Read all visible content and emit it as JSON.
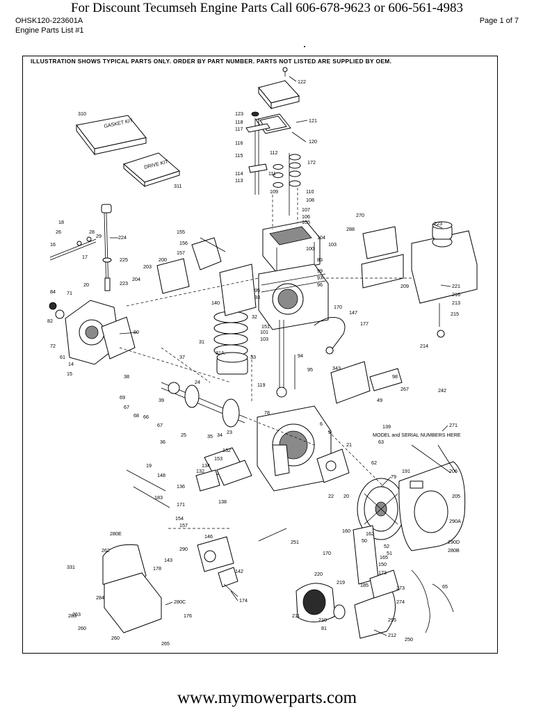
{
  "header": {
    "banner": "For  Discount Tecumseh Engine Parts Call 606-678-9623 or 606-561-4983",
    "doc_id": "OHSK120-223601A",
    "doc_sub": "Engine Parts List #1",
    "page": "Page 1 of 7"
  },
  "diagram": {
    "notice": "ILLUSTRATION SHOWS TYPICAL PARTS ONLY. ORDER BY PART NUMBER. PARTS NOT LISTED ARE SUPPLIED BY OEM.",
    "kit_labels": [
      "GASKET KIT",
      "DRIVE KIT"
    ],
    "serial_note": "MODEL and SERIAL NUMBERS HERE",
    "callouts": [
      "122",
      "121",
      "123",
      "118",
      "117",
      "120",
      "116",
      "115",
      "112",
      "172",
      "114",
      "113",
      "111",
      "110",
      "109",
      "108",
      "107",
      "106",
      "105",
      "104",
      "103",
      "100",
      "310",
      "311",
      "270",
      "288",
      "223",
      "18",
      "26",
      "28",
      "29",
      "224",
      "155",
      "156",
      "157",
      "16",
      "17",
      "225",
      "200",
      "203",
      "204",
      "20",
      "223",
      "84",
      "71",
      "82",
      "83",
      "99",
      "97",
      "96",
      "95",
      "93",
      "209",
      "221",
      "216",
      "213",
      "215",
      "214",
      "140",
      "151",
      "101",
      "103",
      "170",
      "147",
      "177",
      "31",
      "32",
      "33",
      "31A",
      "60",
      "72",
      "61",
      "14",
      "15",
      "37",
      "38",
      "24",
      "39",
      "36",
      "119",
      "94",
      "95",
      "242",
      "343",
      "98",
      "267",
      "49",
      "69",
      "67",
      "68",
      "66",
      "67",
      "78",
      "139",
      "25",
      "35",
      "34",
      "23",
      "6",
      "5",
      "21",
      "271",
      "63",
      "62",
      "132",
      "19",
      "148",
      "153",
      "134",
      "132",
      "136",
      "138",
      "183",
      "171",
      "154",
      "157",
      "191",
      "79",
      "206",
      "205",
      "290A",
      "280E",
      "262",
      "146",
      "290",
      "178",
      "143",
      "142",
      "174",
      "251",
      "160",
      "162",
      "52",
      "51",
      "165",
      "150",
      "173",
      "170",
      "220",
      "219",
      "185",
      "290D",
      "280B",
      "331",
      "284",
      "280C",
      "176",
      "263",
      "260",
      "283",
      "260",
      "265",
      "211",
      "210",
      "81",
      "212",
      "274",
      "273",
      "295",
      "65",
      "250",
      "22",
      "20",
      "50"
    ]
  },
  "footer": {
    "url": "www.mymowerparts.com"
  }
}
